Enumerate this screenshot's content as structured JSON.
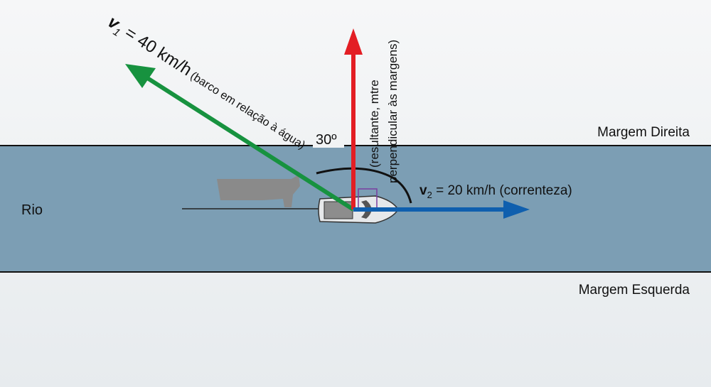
{
  "labels": {
    "v1_symbol": "v",
    "v1_sub": "1",
    "v1_value": " = 40 km/h",
    "v1_note": "(barco em relação à água)",
    "resultant_line1": "(resultante, mtre",
    "resultant_line2": "perpendicular às margens)",
    "angle": "30º",
    "v2_symbol": "v",
    "v2_sub": "2",
    "v2_value": " = 20 km/h (correnteza)",
    "river": "Rio",
    "right_bank": "Margem Direita",
    "left_bank": "Margem Esquerda"
  },
  "colors": {
    "v1": "#17923f",
    "resultant": "#e31e24",
    "v2": "#0f5fae",
    "river": "#7c9eb4",
    "background": "#eef1f3"
  }
}
